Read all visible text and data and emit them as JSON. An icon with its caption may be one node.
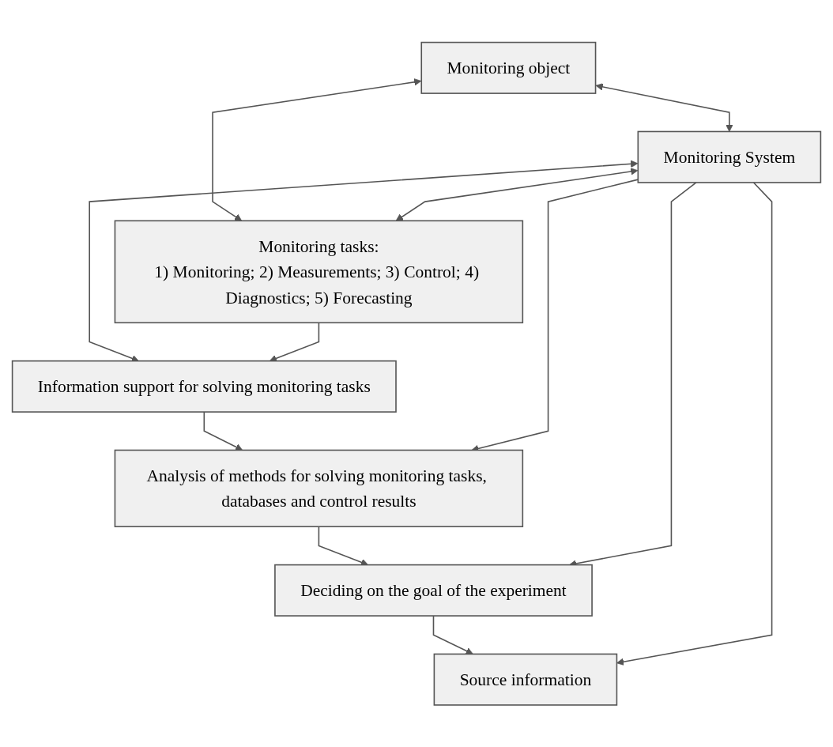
{
  "diagram": {
    "nodes": [
      {
        "text": [
          "Monitoring object"
        ]
      },
      {
        "text": [
          "Monitoring System"
        ]
      },
      {
        "text": [
          "Monitoring tasks:",
          "1) Monitoring; 2) Measurements; 3) Control; 4) Diagnostics; 5) Forecasting"
        ]
      },
      {
        "text": [
          "Information support for solving monitoring tasks"
        ]
      },
      {
        "text": [
          "Analysis of methods for solving monitoring tasks, databases and control results"
        ]
      },
      {
        "text": [
          "Deciding on the goal of the experiment"
        ]
      },
      {
        "text": [
          "Source information"
        ]
      }
    ],
    "edges": [
      {
        "from": 0,
        "to": 1,
        "arrow": "both"
      },
      {
        "from": 0,
        "to": 2,
        "arrow": "both"
      },
      {
        "from": 1,
        "to": 2,
        "arrow": "both"
      },
      {
        "from": 1,
        "to": 3,
        "arrow": "both"
      },
      {
        "from": 2,
        "to": 3,
        "arrow": "to"
      },
      {
        "from": 3,
        "to": 4,
        "arrow": "to"
      },
      {
        "from": 4,
        "to": 5,
        "arrow": "to"
      },
      {
        "from": 5,
        "to": 6,
        "arrow": "to"
      },
      {
        "from": 1,
        "to": 4,
        "arrow": "to"
      },
      {
        "from": 1,
        "to": 5,
        "arrow": "to"
      },
      {
        "from": 1,
        "to": 6,
        "arrow": "to"
      }
    ]
  }
}
